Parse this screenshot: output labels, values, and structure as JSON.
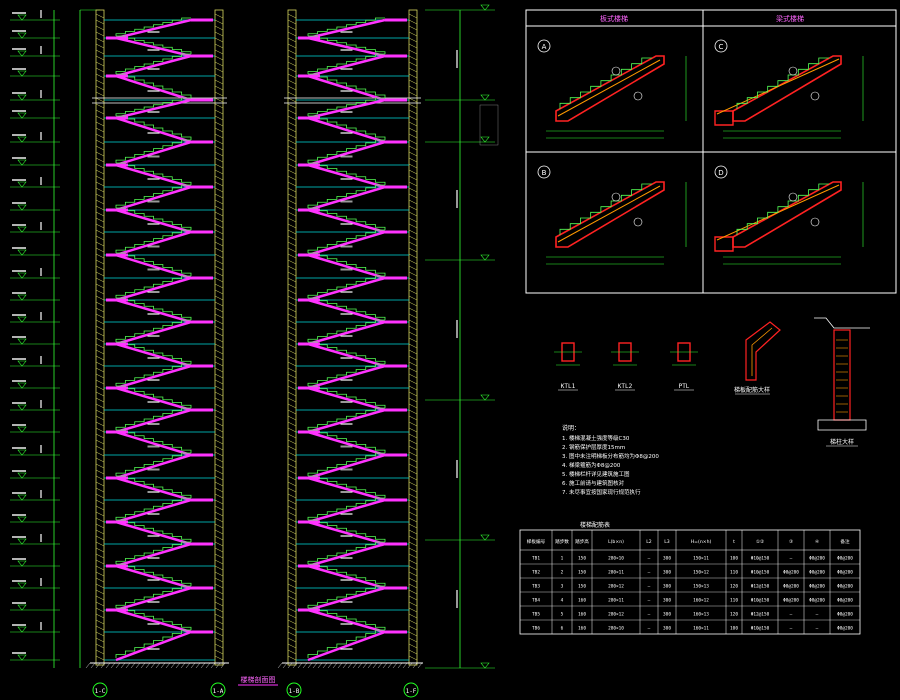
{
  "colors": {
    "background": "#000000",
    "wall": "#ffffff",
    "slab": "#ff33ff",
    "stair": "#55ff55",
    "level_line": "#00dddd",
    "hatch": "#d8d860",
    "dim": "#33ff33",
    "detail_red": "#ff2222",
    "detail_orange": "#ff9900",
    "table_text": "#ffffff"
  },
  "sections": {
    "left_caption": "楼梯剖面图",
    "left_axes": [
      "1-C",
      "1-A"
    ],
    "right_axes": [
      "1-B",
      "1-F"
    ]
  },
  "details": {
    "header_left": "板式楼梯",
    "header_right": "梁式楼梯",
    "panel_marks": [
      "A",
      "C",
      "B",
      "D"
    ]
  },
  "sections_small": {
    "labels": [
      "KTL1",
      "KTL2",
      "PTL",
      "梯板配筋大样",
      "梯柱大样"
    ]
  },
  "notes": {
    "title": "说明：",
    "lines": [
      "1. 楼梯混凝土强度等级C30",
      "2. 钢筋保护层厚度15mm",
      "3. 图中未注明梯板分布筋均为Φ8@200",
      "4. 梯梁箍筋为Φ8@200",
      "5. 楼梯栏杆详见建筑施工图",
      "6. 施工前请与建筑图核对",
      "7. 未尽事宜按国家现行规范执行"
    ]
  },
  "table": {
    "title": "楼梯配筋表",
    "headers": [
      "梯板编号",
      "踏步数",
      "踏步高",
      "L(b×n)",
      "L2",
      "L3",
      "H=(n×h)",
      "t",
      "①②",
      "③",
      "④",
      "备注"
    ],
    "rows": [
      [
        "TB1",
        "1",
        "150",
        "280×10",
        "—",
        "300",
        "150×11",
        "100",
        "Φ10@150",
        "—",
        "Φ8@200",
        "Φ8@200"
      ],
      [
        "TB2",
        "2",
        "150",
        "280×11",
        "—",
        "300",
        "150×12",
        "110",
        "Φ10@150",
        "Φ8@200",
        "Φ8@200",
        "Φ8@200"
      ],
      [
        "TB3",
        "3",
        "150",
        "280×12",
        "—",
        "300",
        "150×13",
        "120",
        "Φ12@150",
        "Φ8@200",
        "Φ8@200",
        "Φ8@200"
      ],
      [
        "TB4",
        "4",
        "160",
        "280×11",
        "—",
        "300",
        "160×12",
        "110",
        "Φ10@150",
        "Φ8@200",
        "Φ8@200",
        "Φ8@200"
      ],
      [
        "TB5",
        "5",
        "160",
        "280×12",
        "—",
        "300",
        "160×13",
        "120",
        "Φ12@150",
        "—",
        "—",
        "Φ8@200"
      ],
      [
        "TB6",
        "6",
        "160",
        "280×10",
        "—",
        "300",
        "160×11",
        "100",
        "Φ10@150",
        "—",
        "—",
        "Φ8@200"
      ]
    ]
  }
}
